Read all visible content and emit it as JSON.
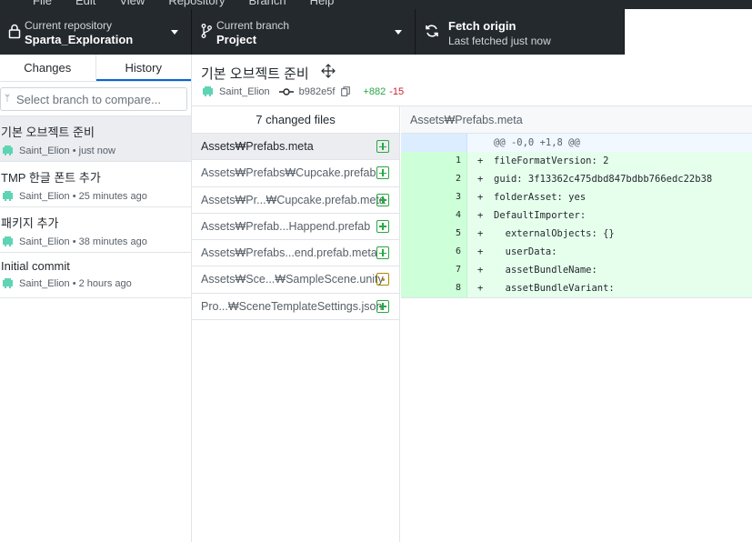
{
  "menubar": {
    "items": [
      "File",
      "Edit",
      "View",
      "Repository",
      "Branch",
      "Help"
    ]
  },
  "toolbar": {
    "repository": {
      "label": "Current repository",
      "value": "Sparta_Exploration"
    },
    "branch": {
      "label": "Current branch",
      "value": "Project"
    },
    "fetch": {
      "label": "Fetch origin",
      "value": "Last fetched just now"
    }
  },
  "sidebar": {
    "tabs": [
      {
        "label": "Changes"
      },
      {
        "label": "History"
      }
    ],
    "branch_filter": {
      "placeholder": "Select branch to compare..."
    },
    "commits": [
      {
        "title": "기본 오브젝트 준비",
        "author": "Saint_Elion",
        "time": "just now"
      },
      {
        "title": "TMP 한글 폰트 추가",
        "author": "Saint_Elion",
        "time": "25 minutes ago"
      },
      {
        "title": "패키지 추가",
        "author": "Saint_Elion",
        "time": "38 minutes ago"
      },
      {
        "title": "Initial commit",
        "author": "Saint_Elion",
        "time": "2 hours ago"
      }
    ]
  },
  "commit": {
    "summary": "기본 오브젝트 준비",
    "author": "Saint_Elion",
    "sha": "b982e5f",
    "additions": "+882",
    "deletions": "-15"
  },
  "files": {
    "header": "7 changed files",
    "items": [
      {
        "name": "Assets₩Prefabs.meta",
        "status": "added"
      },
      {
        "name": "Assets₩Prefabs₩Cupcake.prefab",
        "status": "added"
      },
      {
        "name": "Assets₩Pr...₩Cupcake.prefab.meta",
        "status": "added"
      },
      {
        "name": "Assets₩Prefab...Happend.prefab",
        "status": "added"
      },
      {
        "name": "Assets₩Prefabs...end.prefab.meta",
        "status": "added"
      },
      {
        "name": "Assets₩Sce...₩SampleScene.unity",
        "status": "modified"
      },
      {
        "name": "Pro...₩SceneTemplateSettings.json",
        "status": "added"
      }
    ]
  },
  "diff": {
    "path": "Assets₩Prefabs.meta",
    "hunk": "@@ -0,0 +1,8 @@",
    "lines": [
      {
        "n": "1",
        "mark": "+",
        "text": "fileFormatVersion: 2"
      },
      {
        "n": "2",
        "mark": "+",
        "text": "guid: 3f13362c475dbd847bdbb766edc22b38"
      },
      {
        "n": "3",
        "mark": "+",
        "text": "folderAsset: yes"
      },
      {
        "n": "4",
        "mark": "+",
        "text": "DefaultImporter:"
      },
      {
        "n": "5",
        "mark": "+",
        "text": "  externalObjects: {}"
      },
      {
        "n": "6",
        "mark": "+",
        "text": "  userData:"
      },
      {
        "n": "7",
        "mark": "+",
        "text": "  assetBundleName:"
      },
      {
        "n": "8",
        "mark": "+",
        "text": "  assetBundleVariant:"
      }
    ]
  },
  "colors": {
    "toolbar_bg": "#24292e",
    "accent": "#0366d6",
    "added": "#28a745",
    "deleted": "#cb2431",
    "modified": "#b08800"
  }
}
